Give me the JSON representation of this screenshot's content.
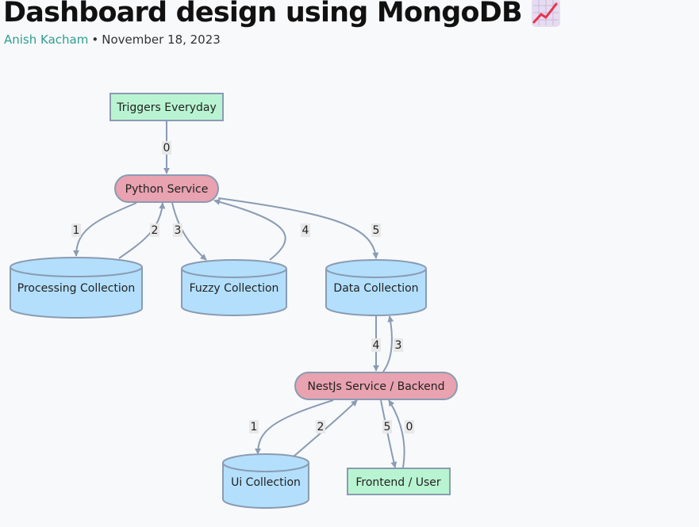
{
  "header": {
    "title": "Dashboard design using MongoDB",
    "title_icon": "chart-increasing-icon",
    "author": "Anish Kacham",
    "separator": "•",
    "date": "November 18, 2023"
  },
  "diagram": {
    "nodes": {
      "triggers": "Triggers Everyday",
      "python": "Python Service",
      "processing": "Processing Collection",
      "fuzzy": "Fuzzy Collection",
      "data": "Data Collection",
      "nestjs": "NestJs Service / Backend",
      "ui": "Ui Collection",
      "frontend": "Frontend / User"
    },
    "edges": {
      "triggers_python": "0",
      "python_processing": "1",
      "processing_python": "2",
      "python_fuzzy": "3",
      "fuzzy_python": "4",
      "python_data": "5",
      "data_nestjs": "4",
      "nestjs_data": "3",
      "nestjs_ui": "1",
      "ui_nestjs": "2",
      "nestjs_frontend": "5",
      "frontend_nestjs": "0"
    },
    "colors": {
      "green_fill": "#b9f4d2",
      "service_fill": "#e8a2b0",
      "db_fill": "#b3dffc",
      "stroke": "#8a9bb3"
    }
  }
}
